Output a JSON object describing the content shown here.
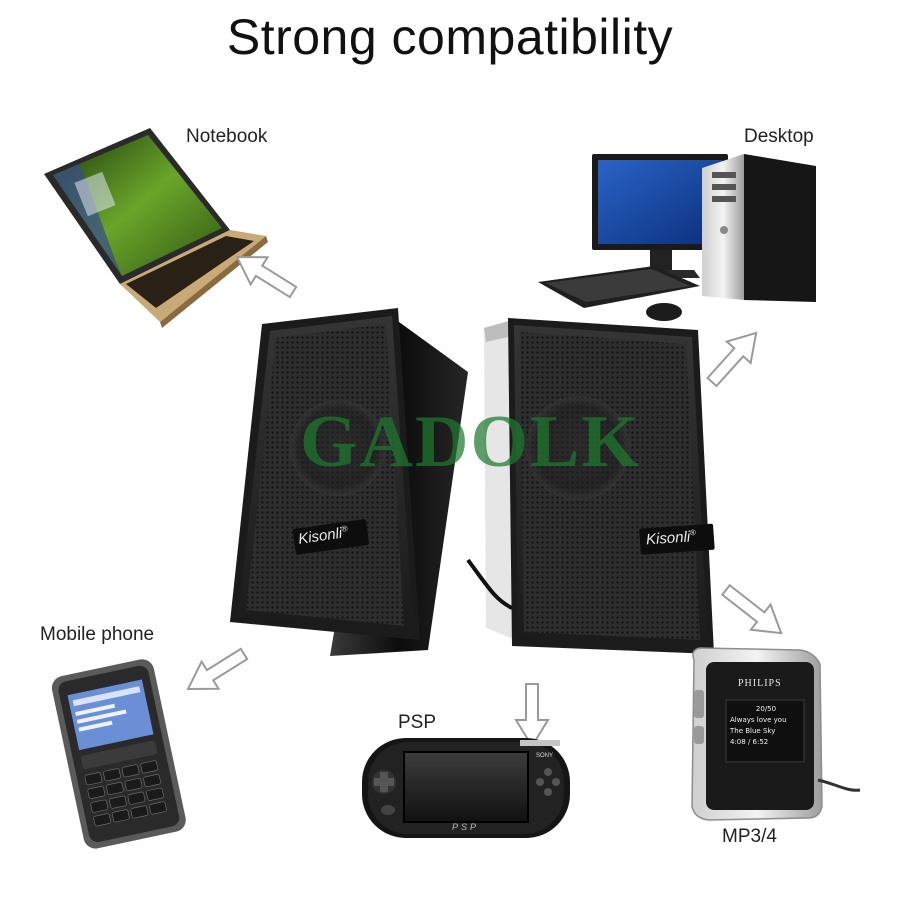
{
  "title": "Strong compatibility",
  "devices": {
    "notebook": "Notebook",
    "desktop": "Desktop",
    "mobile": "Mobile phone",
    "psp": "PSP",
    "mp3": "MP3/4"
  },
  "speaker": {
    "brand": "Kisonli",
    "brand_mark": "®"
  },
  "watermark": "GADOLK",
  "psp_logo": "PSP",
  "psp_sony": "SONY",
  "mp3_player": {
    "brand": "PHILIPS",
    "track_no": "20/50",
    "line1": "Always love you",
    "line2": "The Blue Sky",
    "time": "4:08 / 6:52"
  },
  "colors": {
    "speaker_body": "#1b1b1b",
    "speaker_mesh": "#2a2a2a",
    "arrow_fill": "#ffffff",
    "arrow_stroke": "#9a9a9a",
    "watermark": "#1f7a2f"
  }
}
